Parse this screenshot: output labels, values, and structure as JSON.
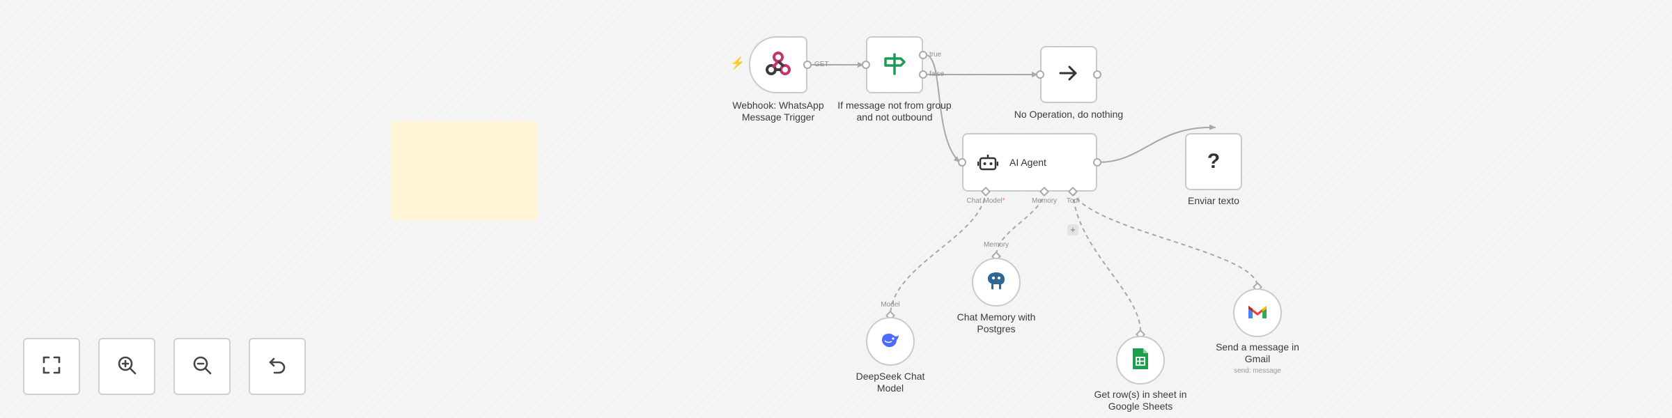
{
  "canvas": {
    "nodes": {
      "webhook": {
        "label": "Webhook: WhatsApp Message Trigger",
        "icon": "webhook-icon"
      },
      "if_node": {
        "label": "If message not from group and not outbound",
        "icon": "signpost-icon"
      },
      "noop": {
        "label": "No Operation, do nothing",
        "icon": "arrow-right-icon"
      },
      "agent": {
        "label": "AI Agent",
        "icon": "robot-icon"
      },
      "enviar": {
        "label": "Enviar texto",
        "icon": "question-mark-icon",
        "glyph": "?"
      },
      "memory": {
        "label": "Chat Memory with Postgres",
        "icon": "postgres-icon"
      },
      "deepseek": {
        "label": "DeepSeek Chat Model",
        "icon": "deepseek-whale-icon"
      },
      "sheets": {
        "label": "Get row(s) in sheet in Google Sheets",
        "icon": "google-sheets-icon"
      },
      "gmail": {
        "label": "Send a message in Gmail",
        "sublabel": "send: message",
        "icon": "gmail-icon"
      }
    },
    "edge_labels": {
      "get": "GET",
      "true": "true",
      "false": "false",
      "chat_model": "Chat Model",
      "required_mark": "*",
      "memory": "Memory",
      "tool": "Tool",
      "model_in": "Model",
      "memory_in": "Memory"
    },
    "add_tool": "+"
  },
  "controls": [
    {
      "name": "fit-view-button",
      "icon": "fit-view-icon"
    },
    {
      "name": "zoom-in-button",
      "icon": "zoom-in-icon"
    },
    {
      "name": "zoom-out-button",
      "icon": "zoom-out-icon"
    },
    {
      "name": "undo-button",
      "icon": "undo-icon"
    }
  ],
  "colors": {
    "background": "#f5f5f5",
    "node_border": "#c9c9cf",
    "edge": "#a6a6ad",
    "sticky": "#fff5d6",
    "trigger_bolt": "#ff6d5a",
    "webhook_pink": "#c4336a",
    "if_green": "#1f9a55",
    "sheets_green": "#1e9e4f",
    "deepseek_blue": "#4d6bfe",
    "postgres_blue": "#336791"
  }
}
